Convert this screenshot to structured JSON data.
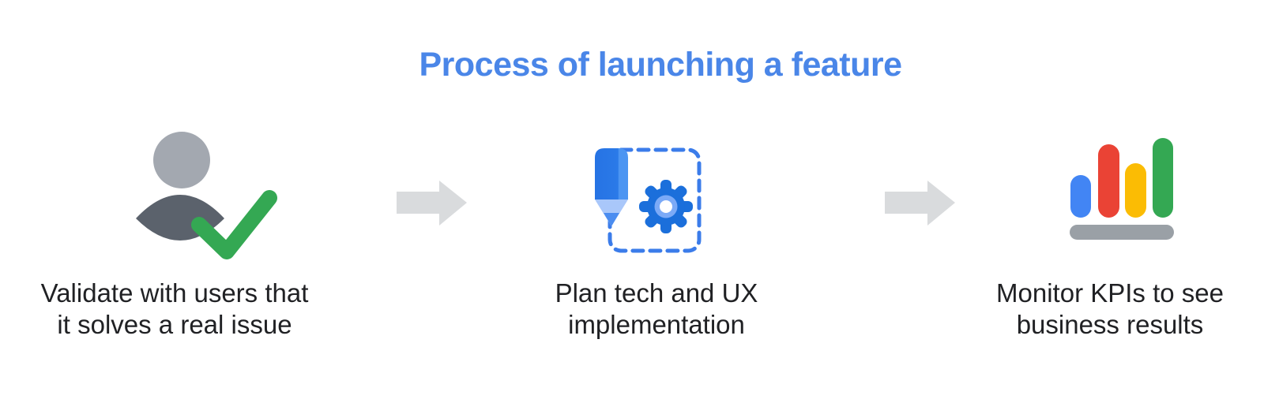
{
  "title": {
    "text": "Process of launching a feature"
  },
  "steps": [
    {
      "id": "validate",
      "icon": "user-check-icon",
      "label_line1": "Validate with users that",
      "label_line2": "it solves a real issue"
    },
    {
      "id": "plan",
      "icon": "pencil-gear-icon",
      "label_line1": "Plan tech and UX",
      "label_line2": "implementation"
    },
    {
      "id": "monitor",
      "icon": "bar-chart-icon",
      "label_line1": "Monitor KPIs to see",
      "label_line2": "business results"
    }
  ],
  "connectors": [
    {
      "icon": "right-arrow-icon"
    },
    {
      "icon": "right-arrow-icon"
    }
  ],
  "colors": {
    "title-blue": "#4a86e8",
    "text-dark": "#202124",
    "arrow-gray": "#d9dbdd",
    "head-gray": "#a3a8b0",
    "body-gray": "#5b626c",
    "check-green": "#34a853",
    "pencil-blue": "#2b7ae8",
    "pencil-hi": "#4c95f2",
    "pencil-tip": "#a9c7fa",
    "pencil-point": "#4b8df0",
    "gear-blue": "#1b6fdb",
    "gear-ring": "#7baaf7",
    "dash-blue": "#3b7cea",
    "bar-blue": "#4285f4",
    "bar-red": "#ea4335",
    "bar-yellow": "#fbbc04",
    "bar-green": "#34a853",
    "bar-base": "#9aa0a6"
  }
}
